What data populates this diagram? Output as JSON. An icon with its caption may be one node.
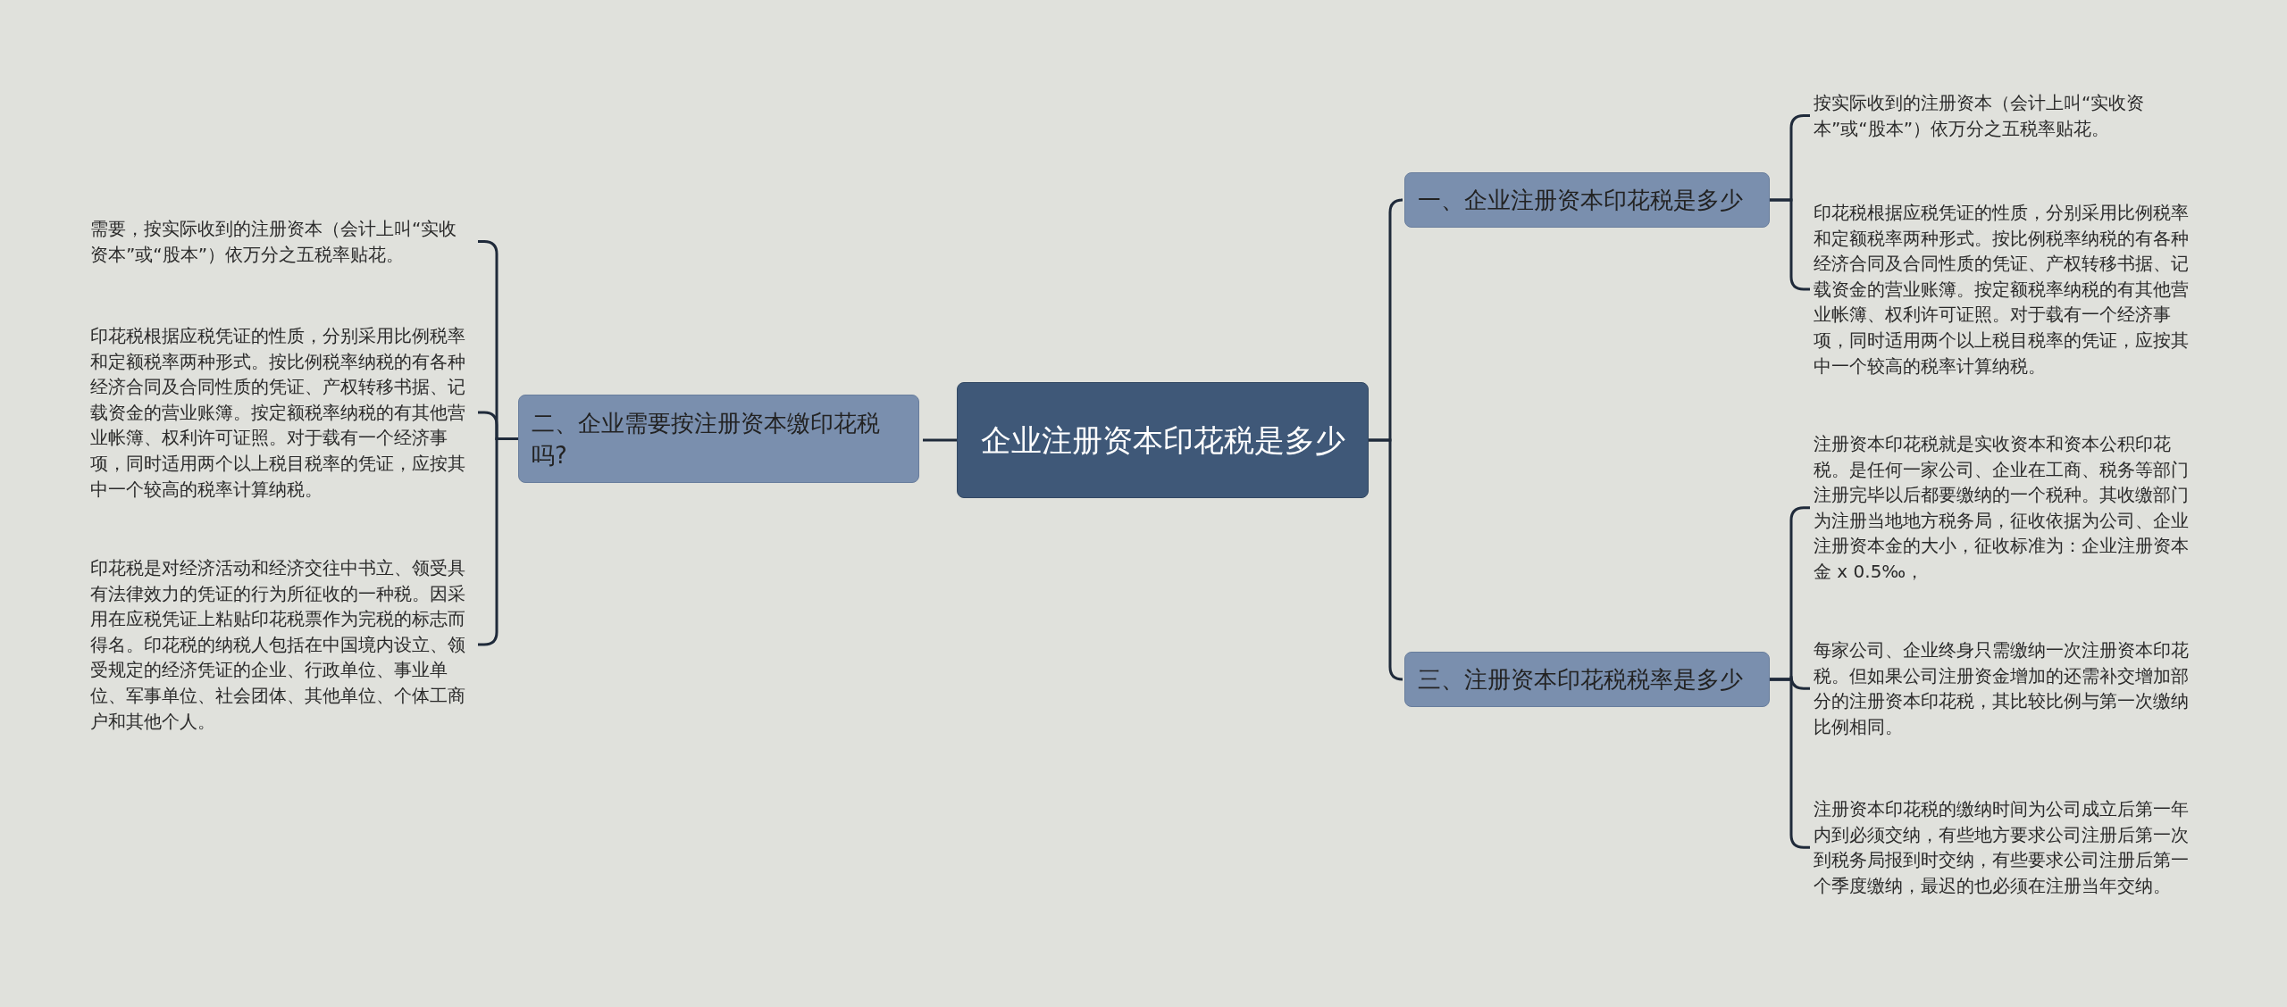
{
  "diagram": {
    "nodes": [
      {
        "text": [
          "企业注册资本印花税是多少"
        ]
      },
      {
        "text": [
          "一、企业注册资本印花税是多少"
        ]
      },
      {
        "text": [
          "按实际收到的注册资本（会计上叫“实收资本”或“股本”）依万分之五税率贴花。"
        ]
      },
      {
        "text": [
          "印花税根据应税凭证的性质，分别采用比例税率和定额税率两种形式。按比例税率纳税的有各种经济合同及合同性质的凭证、产权转移书据、记载资金的营业账簿。按定额税率纳税的有其他营业帐簿、权利许可证照。对于载有一个经济事项，同时适用两个以上税目税率的凭证，应按其中一个较高的税率计算纳税。"
        ]
      },
      {
        "text": [
          "二、企业需要按注册资本缴印花税吗?"
        ]
      },
      {
        "text": [
          "需要，按实际收到的注册资本（会计上叫“实收资本”或“股本”）依万分之五税率贴花。"
        ]
      },
      {
        "text": [
          "印花税根据应税凭证的性质，分别采用比例税率和定额税率两种形式。按比例税率纳税的有各种经济合同及合同性质的凭证、产权转移书据、记载资金的营业账簿。按定额税率纳税的有其他营业帐簿、权利许可证照。对于载有一个经济事项，同时适用两个以上税目税率的凭证，应按其中一个较高的税率计算纳税。"
        ]
      },
      {
        "text": [
          "印花税是对经济活动和经济交往中书立、领受具有法律效力的凭证的行为所征收的一种税。因采用在应税凭证上粘贴印花税票作为完税的标志而得名。印花税的纳税人包括在中国境内设立、领受规定的经济凭证的企业、行政单位、事业单位、军事单位、社会团体、其他单位、个体工商户和其他个人。"
        ]
      },
      {
        "text": [
          "三、注册资本印花税税率是多少"
        ]
      },
      {
        "text": [
          "注册资本印花税就是实收资本和资本公积印花税。是任何一家公司、企业在工商、税务等部门注册完毕以后都要缴纳的一个税种。其收缴部门为注册当地地方税务局，征收依据为公司、企业注册资本金的大小，征收标准为：企业注册资本金 x 0.5‰，"
        ]
      },
      {
        "text": [
          "每家公司、企业终身只需缴纳一次注册资本印花税。但如果公司注册资金增加的还需补交增加部分的注册资本印花税，其比较比例与第一次缴纳比例相同。"
        ]
      },
      {
        "text": [
          "注册资本印花税的缴纳时间为公司成立后第一年内到必须交纳，有些地方要求公司注册后第一次到税务局报到时交纳，有些要求公司注册后第一个季度缴纳，最迟的也必须在注册当年交纳。"
        ]
      }
    ],
    "edges": [
      {
        "from": 0,
        "to": 1,
        "arrow": "none"
      },
      {
        "from": 0,
        "to": 4,
        "arrow": "none"
      },
      {
        "from": 0,
        "to": 8,
        "arrow": "none"
      },
      {
        "from": 1,
        "to": 2,
        "arrow": "none"
      },
      {
        "from": 1,
        "to": 3,
        "arrow": "none"
      },
      {
        "from": 4,
        "to": 5,
        "arrow": "none"
      },
      {
        "from": 4,
        "to": 6,
        "arrow": "none"
      },
      {
        "from": 4,
        "to": 7,
        "arrow": "none"
      },
      {
        "from": 8,
        "to": 9,
        "arrow": "none"
      },
      {
        "from": 8,
        "to": 10,
        "arrow": "none"
      },
      {
        "from": 8,
        "to": 11,
        "arrow": "none"
      }
    ]
  }
}
